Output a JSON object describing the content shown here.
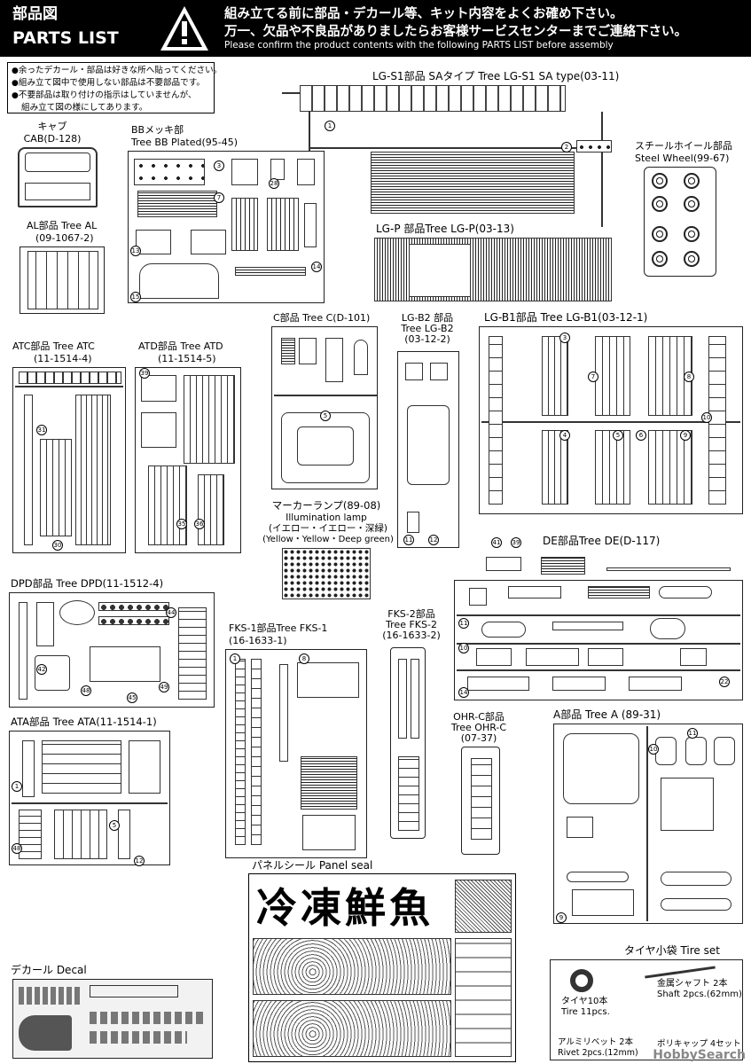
{
  "header": {
    "title_jp": "部品図",
    "title_en": "PARTS LIST",
    "line1": "組み立てる前に部品・デカール等、キット内容をよくお確め下さい。",
    "line2": "万一、欠品や不良品がありましたらお客様サービスセンターまでご連絡下さい。",
    "line3": "Please confirm the product contents with the following PARTS LIST before assembly",
    "warning_icon": "warning-triangle-icon"
  },
  "notes": [
    "余ったデカール・部品は好きな所へ貼ってください。",
    "組み立て図中で使用しない部品は不要部品です。",
    "不要部品は取り付けの指示はしていませんが、",
    "組み立て図の様にしてあります。"
  ],
  "trees": {
    "lg_s1": "LG-S1部品 SAタイプ Tree LG-S1 SA type(03-11)",
    "cab_jp": "キャブ",
    "cab_en": "CAB(D-128)",
    "bb_jp": "BBメッキ部",
    "bb_en": "Tree BB Plated(95-45)",
    "wheel_jp": "スチールホイール部品",
    "wheel_en": "Steel Wheel(99-67)",
    "al_jp": "AL部品 Tree AL",
    "al_en": "(09-1067-2)",
    "lg_p": "LG-P 部品Tree LG-P(03-13)",
    "atc_jp": "ATC部品 Tree ATC",
    "atc_en": "(11-1514-4)",
    "atd_jp": "ATD部品 Tree ATD",
    "atd_en": "(11-1514-5)",
    "c_jp": "C部品 Tree C(D-101)",
    "lg_b2_jp": "LG-B2 部品",
    "lg_b2_en": "Tree LG-B2",
    "lg_b2_code": "(03-12-2)",
    "lg_b1": "LG-B1部品 Tree LG-B1(03-12-1)",
    "marker_jp": "マーカーランプ(89-08)",
    "marker_en": "Illumination lamp",
    "marker_colors_jp": "(イエロー・イエロー・深緑)",
    "marker_colors_en": "(Yellow・Yellow・Deep green)",
    "de": "DE部品Tree DE(D-117)",
    "dpd": "DPD部品 Tree DPD(11-1512-4)",
    "fks1_jp": "FKS-1部品Tree FKS-1",
    "fks1_en": "(16-1633-1)",
    "fks2_jp": "FKS-2部品",
    "fks2_en": "Tree FKS-2",
    "fks2_code": "(16-1633-2)",
    "ata": "ATA部品 Tree ATA(11-1514-1)",
    "ohr_jp": "OHR-C部品",
    "ohr_en": "Tree OHR-C",
    "ohr_code": "(07-37)",
    "a": "A部品 Tree A (89-31)",
    "panel_seal": "パネルシール  Panel seal",
    "decal": "デカール Decal",
    "tire_set": "タイヤ小袋  Tire set"
  },
  "seal": {
    "calligraphy": "冷凍鮮魚"
  },
  "tire_set": {
    "tire_jp": "タイヤ10本",
    "tire_en": "Tire 11pcs.",
    "shaft_jp": "金属シャフト 2本",
    "shaft_en": "Shaft 2pcs.(62mm)",
    "rivet_jp": "アルミリベット 2本",
    "rivet_en": "Rivet 2pcs.(12mm)",
    "poly_jp": "ポリキャップ 4セット"
  },
  "watermark": "HobbySearch"
}
